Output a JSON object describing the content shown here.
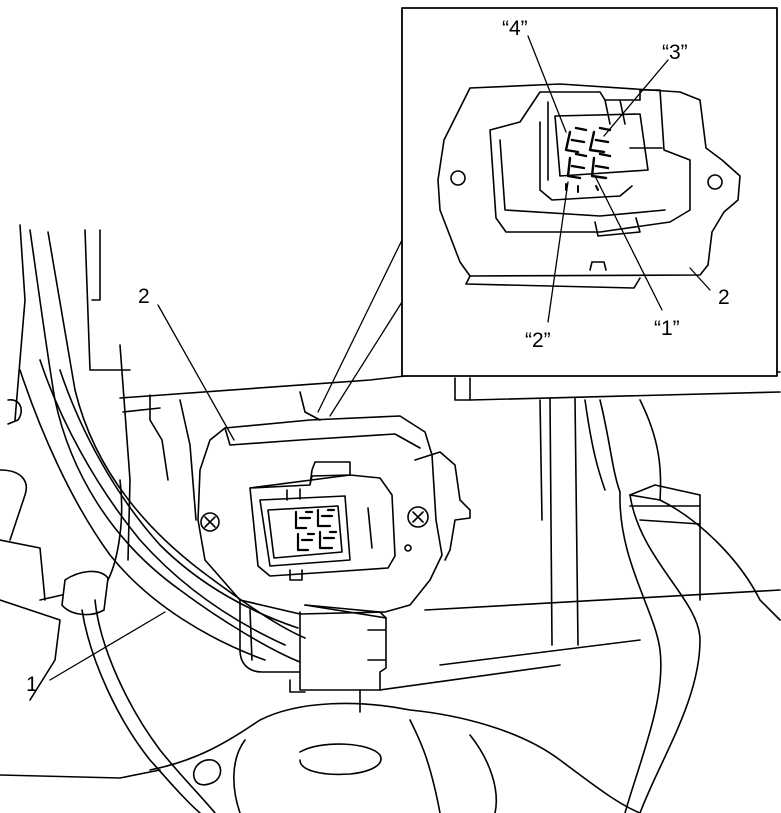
{
  "colors": {
    "line": "#000000",
    "background": "#ffffff",
    "shade": "#f2f2f2"
  },
  "main_view": {
    "callouts": {
      "harness": "1",
      "resistor": "2"
    }
  },
  "detail_view": {
    "callouts": {
      "terminal_4": "“4”",
      "terminal_3": "“3”",
      "terminal_2": "“2”",
      "terminal_1": "“1”",
      "resistor": "2"
    }
  }
}
